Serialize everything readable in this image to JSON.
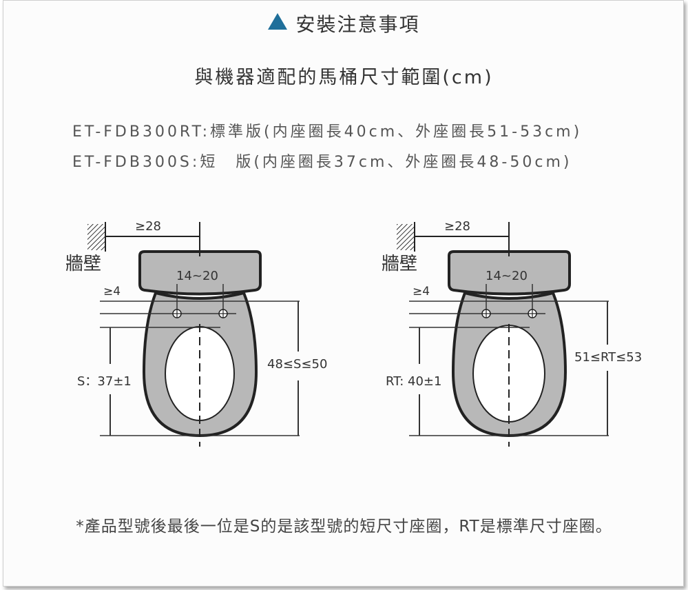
{
  "header": {
    "icon": "triangle-up-icon",
    "icon_color": "#1f6f9a",
    "title": "安裝注意事項"
  },
  "subtitle": "與機器適配的馬桶尺寸範圍(cm)",
  "specs": [
    "ET-FDB300RT:標準版(内座圈長40cm、外座圈長51-53cm)",
    "ET-FDB300S:短　版(内座圈長37cm、外座圈長48-50cm)"
  ],
  "diagrams": [
    {
      "wall_label": "牆壁",
      "wall_distance": "≥28",
      "hole_spacing": "14~20",
      "edge_distance": "≥4",
      "inner_length": "S：37±1",
      "outer_length": "48≤S≤50"
    },
    {
      "wall_label": "牆壁",
      "wall_distance": "≥28",
      "hole_spacing": "14~20",
      "edge_distance": "≥4",
      "inner_length": "RT: 40±1",
      "outer_length": "51≤RT≤53"
    }
  ],
  "footnote": "*產品型號後最後一位是S的是該型號的短尺寸座圈，RT是標準尺寸座圈。",
  "colors": {
    "seat_fill": "#b8b8b8",
    "outline": "#222222",
    "bowl_fill": "#ffffff"
  }
}
